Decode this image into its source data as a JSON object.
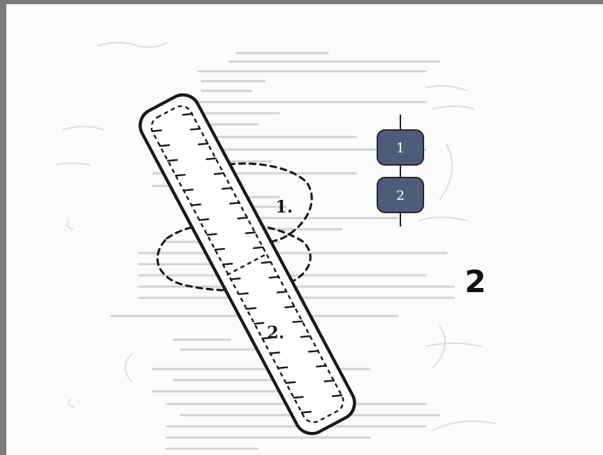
{
  "figure": {
    "big_label": "2",
    "segments": [
      {
        "label": "1."
      },
      {
        "label": "2."
      }
    ],
    "timeline_nodes": [
      {
        "label": "1"
      },
      {
        "label": "2"
      }
    ],
    "colors": {
      "frame": "#7b7b7b",
      "paper": "#fbfbfb",
      "ink": "#1a1a1a",
      "node_fill": "#4d5d77",
      "node_stroke": "#1f2633",
      "bleed_through": "#cfcfd3"
    }
  }
}
